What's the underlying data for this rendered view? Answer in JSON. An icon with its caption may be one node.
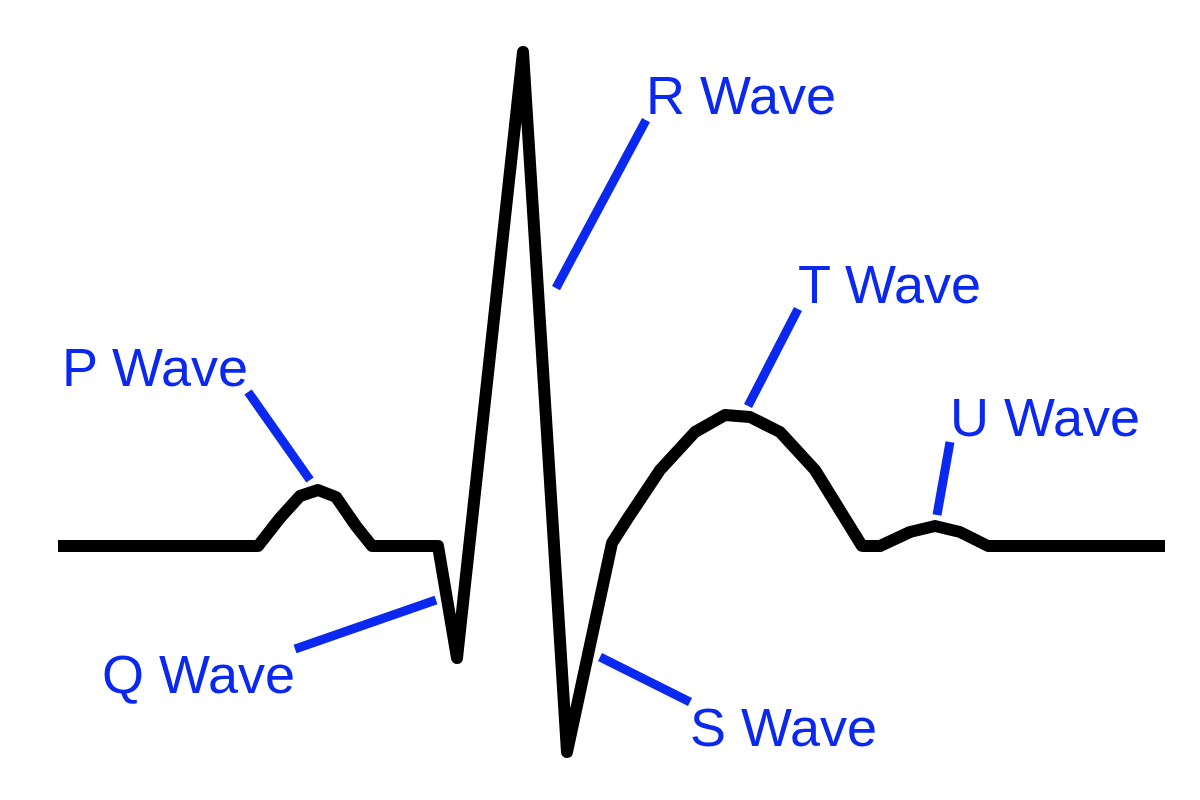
{
  "diagram": {
    "nodes": [
      {
        "text": [
          "R Wave"
        ]
      },
      {
        "text": [
          "T Wave"
        ]
      },
      {
        "text": [
          "P Wave"
        ]
      },
      {
        "text": [
          "U Wave"
        ]
      },
      {
        "text": [
          "Q Wave"
        ]
      },
      {
        "text": [
          "S Wave"
        ]
      }
    ],
    "edges": [
      {
        "from": 0,
        "to": null,
        "arrow": "none"
      },
      {
        "from": 1,
        "to": null,
        "arrow": "none"
      },
      {
        "from": 2,
        "to": null,
        "arrow": "none"
      },
      {
        "from": 3,
        "to": null,
        "arrow": "none"
      },
      {
        "from": 4,
        "to": null,
        "arrow": "none"
      },
      {
        "from": 5,
        "to": null,
        "arrow": "none"
      }
    ]
  }
}
